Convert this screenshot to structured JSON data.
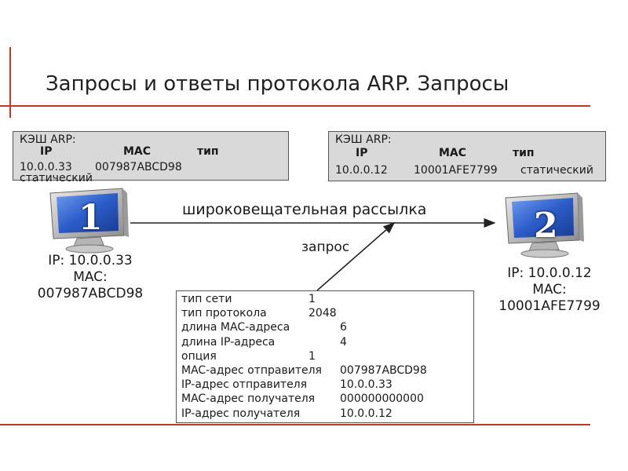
{
  "slide": {
    "title": "Запросы и ответы протокола ARP. Запросы"
  },
  "cache_left": {
    "heading": "КЭШ ARP:",
    "col_ip": "IP",
    "col_mac": "MAC",
    "col_type": "тип",
    "ip": "10.0.0.33",
    "mac": "007987ABCD98",
    "type": "статический"
  },
  "cache_right": {
    "heading": "КЭШ ARP:",
    "col_ip": "IP",
    "col_mac": "MAC",
    "col_type": "тип",
    "ip": "10.0.0.12",
    "mac": "10001AFE7799",
    "type": "статический"
  },
  "host1": {
    "number": "1",
    "ip_line": "IP: 10.0.0.33",
    "mac_label": "MAC:",
    "mac": "007987ABCD98"
  },
  "host2": {
    "number": "2",
    "ip_line": "IP: 10.0.0.12",
    "mac_label": "MAC:",
    "mac": "10001AFE7799"
  },
  "labels": {
    "broadcast": "широковещательная рассылка",
    "request": "запрос"
  },
  "packet": {
    "fields": [
      {
        "name": "тип сети",
        "value": "1"
      },
      {
        "name": "тип протокола",
        "value": "2048"
      },
      {
        "name": "длина MAC-адреса",
        "value": "6"
      },
      {
        "name": "длина IP-адреса",
        "value": "4"
      },
      {
        "name": "опция",
        "value": "1"
      },
      {
        "name": "MAC-адрес отправителя",
        "value": "007987ABCD98"
      },
      {
        "name": "IP-адрес отправителя",
        "value": "10.0.0.33"
      },
      {
        "name": "MAC-адрес получателя",
        "value": "000000000000"
      },
      {
        "name": "IP-адрес получателя",
        "value": "10.0.0.12"
      }
    ]
  },
  "colors": {
    "accent": "#c0392b",
    "cache_bg": "#d9d9d9",
    "monitor_screen": "#2b5cc9"
  }
}
